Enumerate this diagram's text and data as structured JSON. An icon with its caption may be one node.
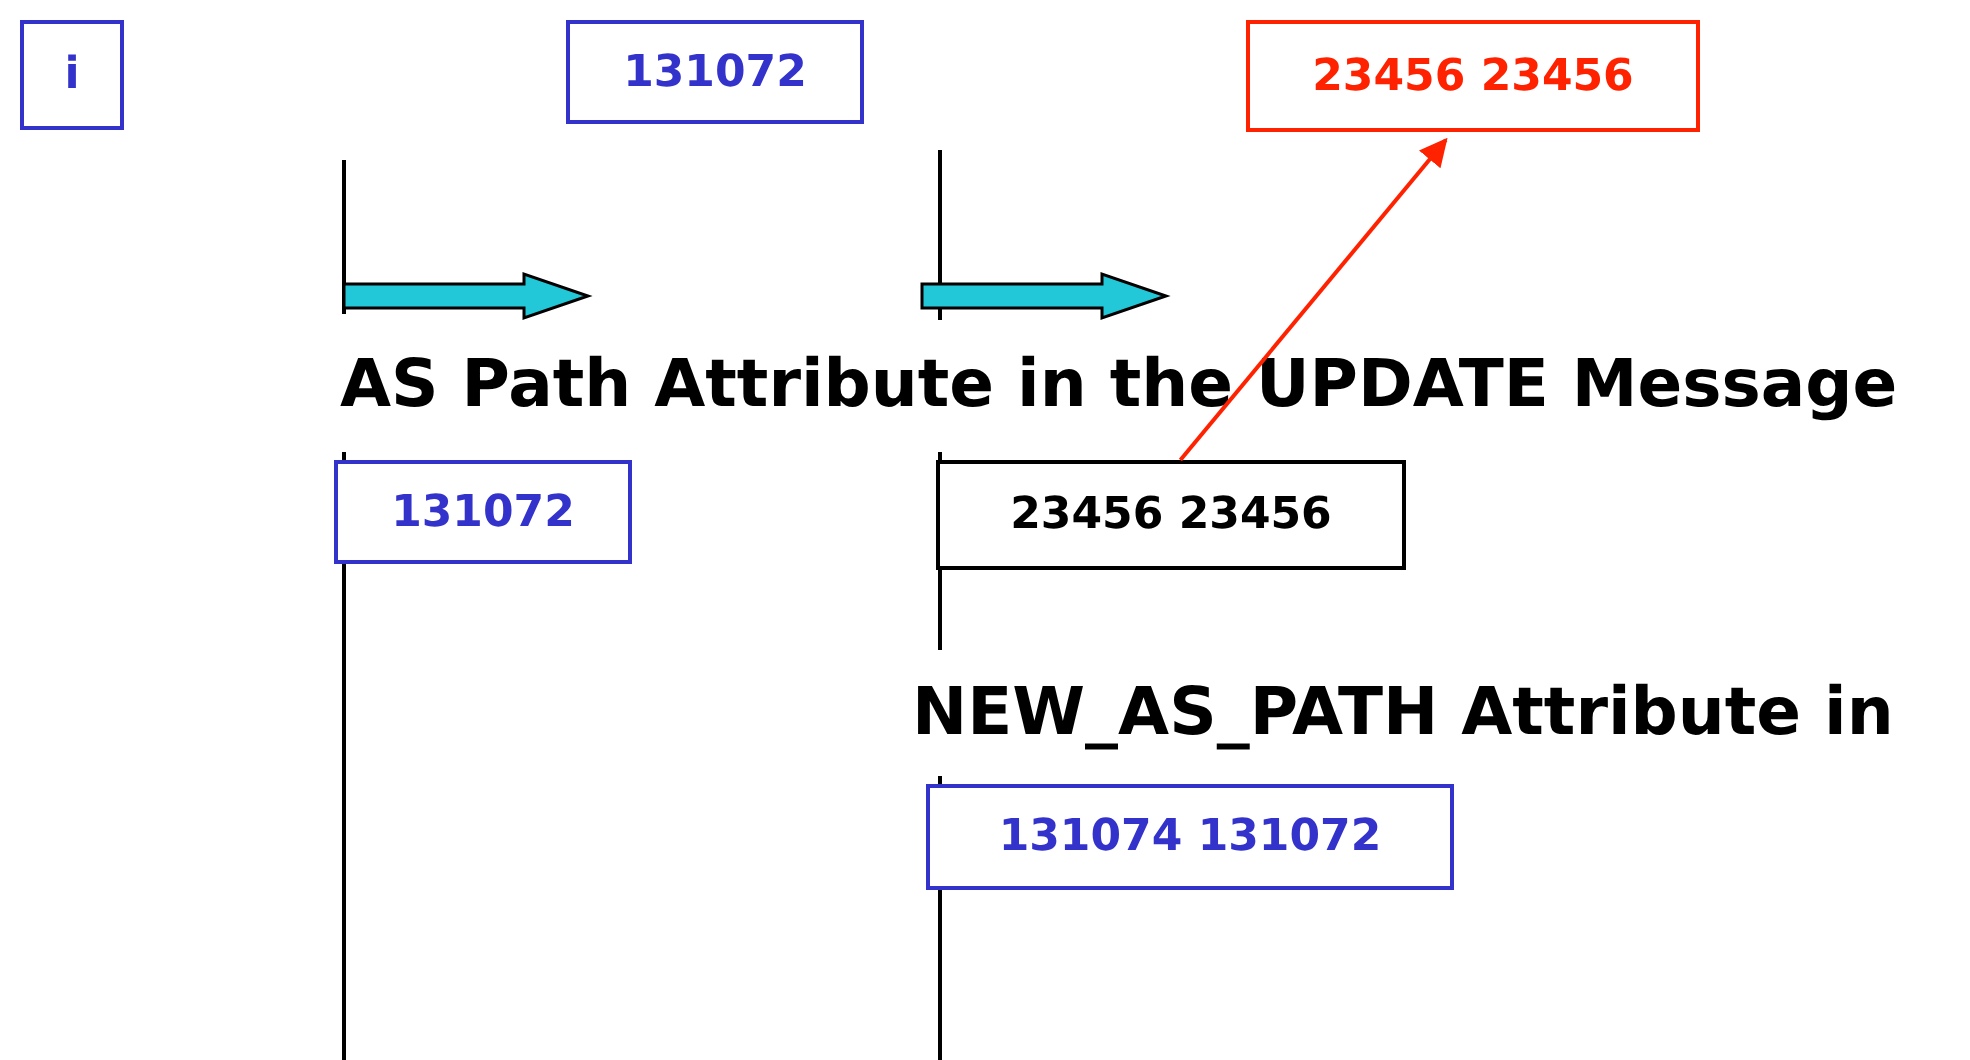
{
  "diagram": {
    "nodes": [
      {
        "text": [
          "i"
        ]
      },
      {
        "text": [
          "131072"
        ]
      },
      {
        "text": [
          "23456 23456"
        ]
      },
      {
        "text": [
          "131072"
        ]
      },
      {
        "text": [
          "23456 23456"
        ]
      },
      {
        "text": [
          "131074 131072"
        ]
      }
    ],
    "edges": [
      {
        "from": 4,
        "to": 2,
        "arrow": "to",
        "color": "#ff2200"
      }
    ],
    "labels": [
      "AS Path Attribute in the UPDATE Message",
      "NEW_AS_PATH Attribute in"
    ]
  }
}
